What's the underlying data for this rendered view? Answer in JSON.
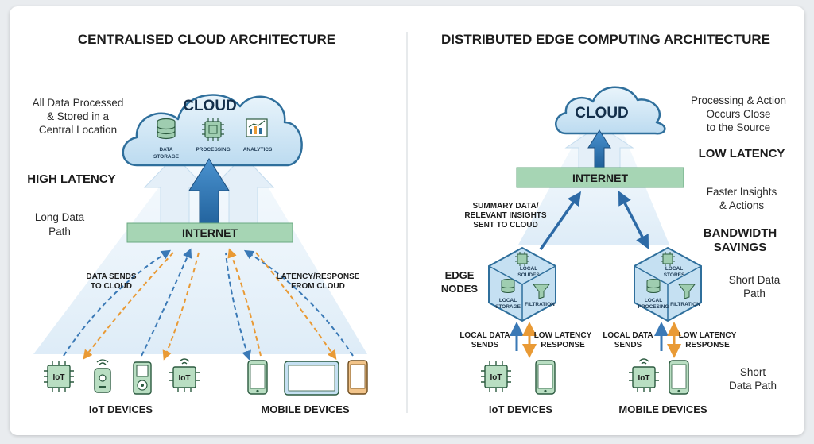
{
  "left": {
    "title": "CENTRALISED CLOUD ARCHITECTURE",
    "cloud": {
      "label": "CLOUD",
      "items": {
        "storage": [
          "DATA",
          "STORAGE"
        ],
        "processing": "PROCESSING",
        "analytics": "ANALYTICS"
      }
    },
    "note_lines": [
      "All Data Processed",
      "& Stored in a",
      "Central Location"
    ],
    "latency": "HIGH LATENCY",
    "path_lines": [
      "Long Data",
      "Path"
    ],
    "internet": "INTERNET",
    "sends_lines": [
      "DATA SENDS",
      "TO CLOUD"
    ],
    "response_lines": [
      "LATENCY/RESPONSE",
      "FROM CLOUD"
    ],
    "iot_label": "IoT DEVICES",
    "mobile_label": "MOBILE DEVICES",
    "chip_label": "IoT"
  },
  "right": {
    "title": "DISTRIBUTED EDGE COMPUTING ARCHITECTURE",
    "cloud": {
      "label": "CLOUD"
    },
    "note_lines": [
      "Processing & Action",
      "Occurs Close",
      "to the Source"
    ],
    "latency": "LOW LATENCY",
    "internet": "INTERNET",
    "summary_lines": [
      "SUMMARY DATA/",
      "RELEVANT INSIGHTS",
      "SENT TO CLOUD"
    ],
    "insight_lines": [
      "Faster Insights",
      "& Actions"
    ],
    "bandwidth_lines": [
      "BANDWIDTH",
      "SAVINGS"
    ],
    "edge_lines": [
      "EDGE",
      "NODES"
    ],
    "short_path_lines": [
      "Short Data",
      "Path"
    ],
    "short_path2_lines": [
      "Short",
      "Data Path"
    ],
    "node1": {
      "top": [
        "LOCAL",
        "SOUDES"
      ],
      "left": [
        "LOCAL",
        "STORAGE"
      ],
      "right": "FILTRATION"
    },
    "node2": {
      "top": [
        "LOCAL",
        "STORES"
      ],
      "left": [
        "LOCAL",
        "PROCESING"
      ],
      "right": "FILTRATION"
    },
    "local_sends_lines": [
      "LOCAL DATA",
      "SENDS"
    ],
    "low_response_lines": [
      "LOW LATENCY",
      "RESPONSE"
    ],
    "iot_label": "IoT DEVICES",
    "mobile_label": "MOBILE DEVICES",
    "chip_label": "IoT"
  },
  "colors": {
    "cloud_fill": "#d3e8f6",
    "cloud_stroke": "#2f6f9c",
    "internet_band": "#a6d5b4",
    "data_arrow_blue": "#3a79b6",
    "response_arrow_orange": "#e99a35",
    "edge_node_fill": "#c5e0f2",
    "device_fill": "#b9dec2"
  }
}
